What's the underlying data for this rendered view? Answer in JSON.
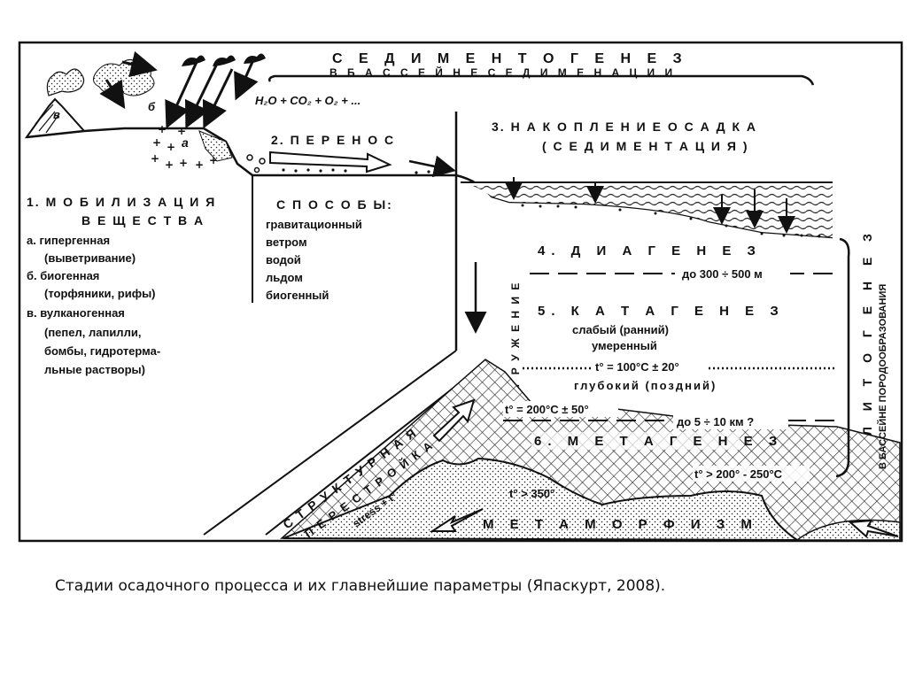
{
  "diagram": {
    "title_main": "С Е Д И М Е Н Т О Г Е Н Е З",
    "title_sub": "В  Б А С С Е Й Н Е   С Е Д И М Е Н А Ц И И",
    "chem": "H₂O + CO₂ + O₂ + ...",
    "letter_v": "в",
    "letter_b": "б",
    "letter_a": "а",
    "stage1": {
      "title1": "1.   М О Б И Л И З А Ц И Я",
      "title2": "В Е Щ Е С Т В А",
      "lines": [
        "а.  гипергенная",
        "(выветривание)",
        "б.  биогенная",
        "(торфяники, рифы)",
        "в.  вулканогенная",
        "(пепел, лапилли,",
        "бомбы, гидротерма-",
        "льные растворы)"
      ]
    },
    "stage2": {
      "title": "2.  П Е Р Е Н О С",
      "methods_title": "С П О С О Б Ы:",
      "methods": [
        "гравитационный",
        "ветром",
        "водой",
        "льдом",
        "биогенный"
      ]
    },
    "stage3": {
      "title1": "3.  Н А К О П Л Е Н И Е   О С А Д К А",
      "title2": "( С Е Д И М Е Н Т А Ц И Я )"
    },
    "stage4": {
      "title": "4.  Д И А Г Е Н Е З",
      "depth": "до 300 ÷ 500 м"
    },
    "stage5": {
      "title": "5.  К А Т А Г Е Н Е З",
      "weak": "слабый (ранний)",
      "moderate": "умеренный",
      "t100": "t° = 100°C ± 20°",
      "deep": "глубокий (поздний)",
      "t200": "t° = 200°C ± 50°",
      "depth": "до 5 ÷ 10 км ?"
    },
    "stage6": {
      "title": "6.  М Е Т А Г Е Н Е З",
      "temp": "t° > 200° - 250°C"
    },
    "immersion": "П О Г Р У Ж Е Н И Е",
    "lithogenesis": "Л И Т О Г Е Н Е З",
    "lithogenesis_sub": "В БАССЕЙНЕ ПОРОДООБРАЗОВАНИЯ",
    "structural": "С Т Р У К Т У Р Н А Я",
    "restructuring": "П Е Р Е С Т Р О Й К А",
    "stress": "stress + t°",
    "t350": "t° > 350°",
    "metamorphism": "М Е Т А М О Р Ф И З М"
  },
  "caption": "Стадии осадочного процесса и их главнейшие параметры  (Япаскурт, 2008)."
}
